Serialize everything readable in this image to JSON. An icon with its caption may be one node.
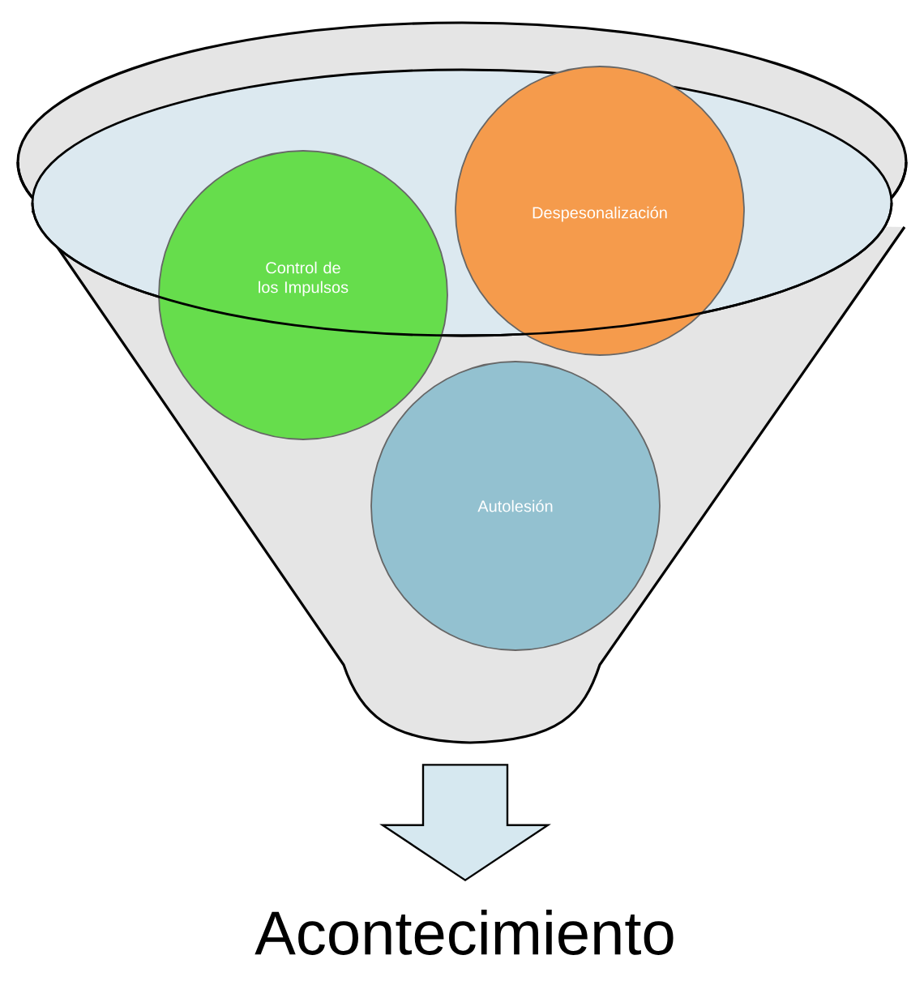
{
  "diagram": {
    "nodes": [
      {
        "text": [],
        "shape": "funnel"
      },
      {
        "text": [
          "Control de los Impulsos"
        ]
      },
      {
        "text": [
          "Despesonalización"
        ]
      },
      {
        "text": [
          "Autolesión"
        ],
        "in": 0
      },
      {
        "text": [
          "Acontecimiento"
        ]
      }
    ],
    "edges": [
      {
        "from": 0,
        "to": 4,
        "arrow": "to"
      }
    ]
  }
}
